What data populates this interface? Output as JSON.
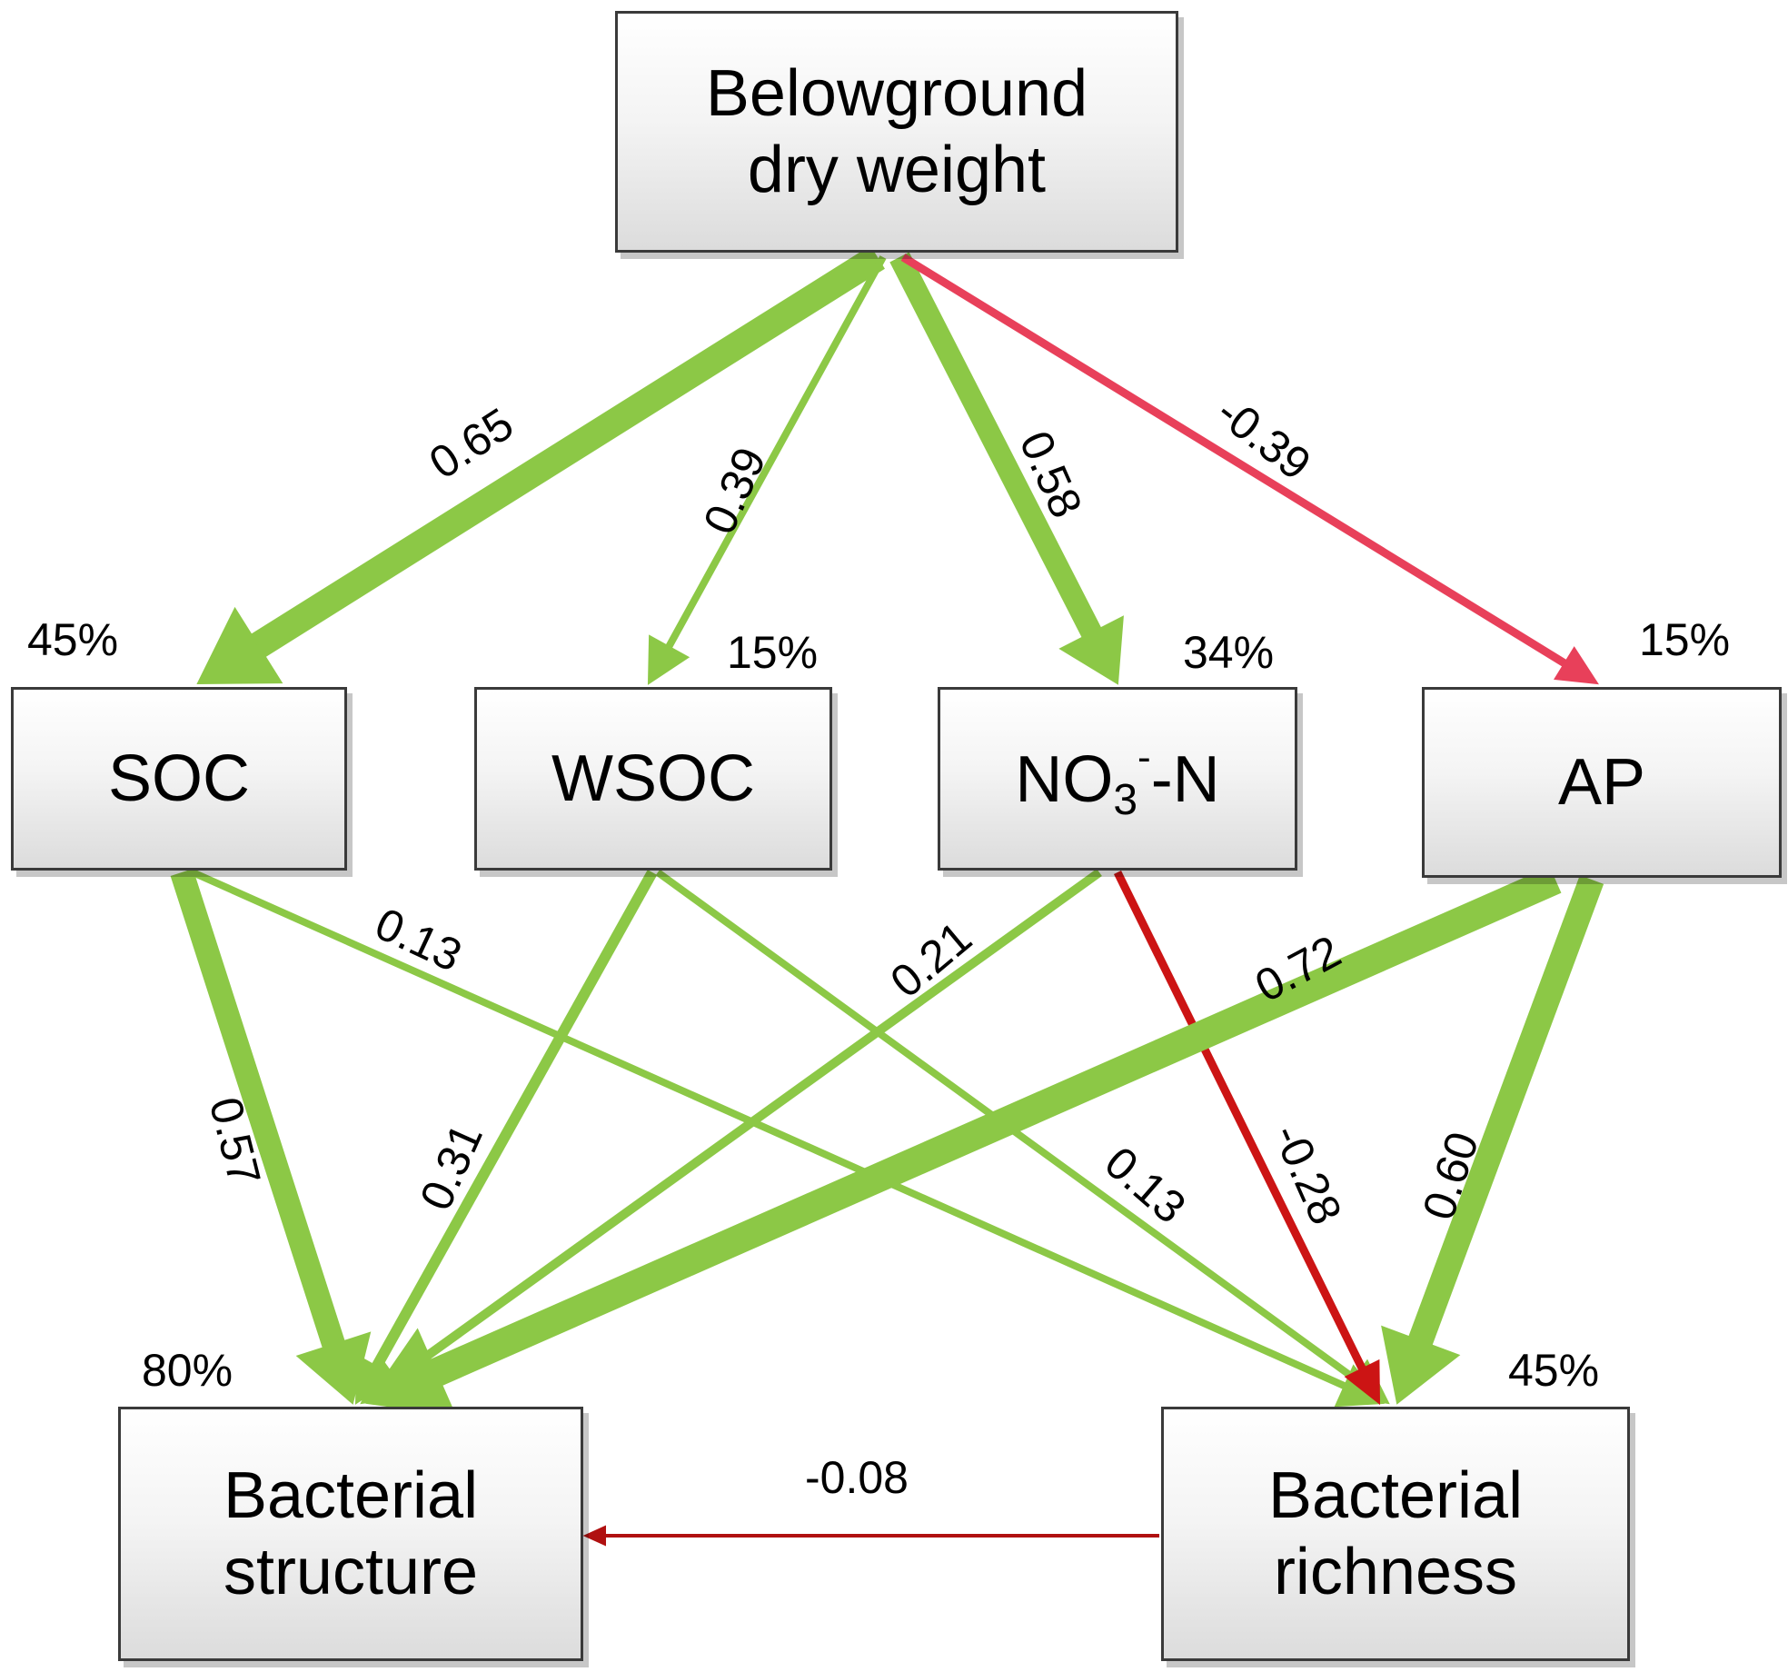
{
  "colors": {
    "positive": "#8cc846",
    "negative_top": "#e8405a",
    "negative": "#cc1414",
    "negative_dark": "#b01010",
    "box_border": "#3a3a3a"
  },
  "nodes": {
    "bdw": {
      "line1": "Belowground",
      "line2": "dry weight"
    },
    "soc": {
      "label": "SOC"
    },
    "wsoc": {
      "label": "WSOC"
    },
    "no3": {
      "base": "NO",
      "sub": "3",
      "sup": "-",
      "suffix": "-N"
    },
    "ap": {
      "label": "AP"
    },
    "bs": {
      "line1": "Bacterial",
      "line2": "structure"
    },
    "br": {
      "line1": "Bacterial",
      "line2": "richness"
    }
  },
  "variance_explained": {
    "soc": "45%",
    "wsoc": "15%",
    "no3": "34%",
    "ap": "15%",
    "bs": "80%",
    "br": "45%"
  },
  "paths": [
    {
      "id": "bdw-soc",
      "from": "Belowground dry weight",
      "to": "SOC",
      "coefficient": 0.65,
      "label": "0.65"
    },
    {
      "id": "bdw-wsoc",
      "from": "Belowground dry weight",
      "to": "WSOC",
      "coefficient": 0.39,
      "label": "0.39"
    },
    {
      "id": "bdw-no3",
      "from": "Belowground dry weight",
      "to": "NO3--N",
      "coefficient": 0.58,
      "label": "0.58"
    },
    {
      "id": "bdw-ap",
      "from": "Belowground dry weight",
      "to": "AP",
      "coefficient": -0.39,
      "label": "-0.39"
    },
    {
      "id": "soc-bs",
      "from": "SOC",
      "to": "Bacterial structure",
      "coefficient": 0.57,
      "label": "0.57"
    },
    {
      "id": "soc-br",
      "from": "SOC",
      "to": "Bacterial richness",
      "coefficient": 0.13,
      "label": "0.13"
    },
    {
      "id": "wsoc-bs",
      "from": "WSOC",
      "to": "Bacterial structure",
      "coefficient": 0.31,
      "label": "0.31"
    },
    {
      "id": "wsoc-br",
      "from": "WSOC",
      "to": "Bacterial richness",
      "coefficient": 0.13,
      "label": "0.13"
    },
    {
      "id": "no3-bs",
      "from": "NO3--N",
      "to": "Bacterial structure",
      "coefficient": 0.21,
      "label": "0.21"
    },
    {
      "id": "no3-br",
      "from": "NO3--N",
      "to": "Bacterial richness",
      "coefficient": -0.28,
      "label": "-0.28"
    },
    {
      "id": "ap-bs",
      "from": "AP",
      "to": "Bacterial structure",
      "coefficient": 0.72,
      "label": "0.72"
    },
    {
      "id": "ap-br",
      "from": "AP",
      "to": "Bacterial richness",
      "coefficient": 0.6,
      "label": "0.60"
    },
    {
      "id": "br-bs",
      "from": "Bacterial richness",
      "to": "Bacterial structure",
      "coefficient": -0.08,
      "label": "-0.08"
    }
  ]
}
